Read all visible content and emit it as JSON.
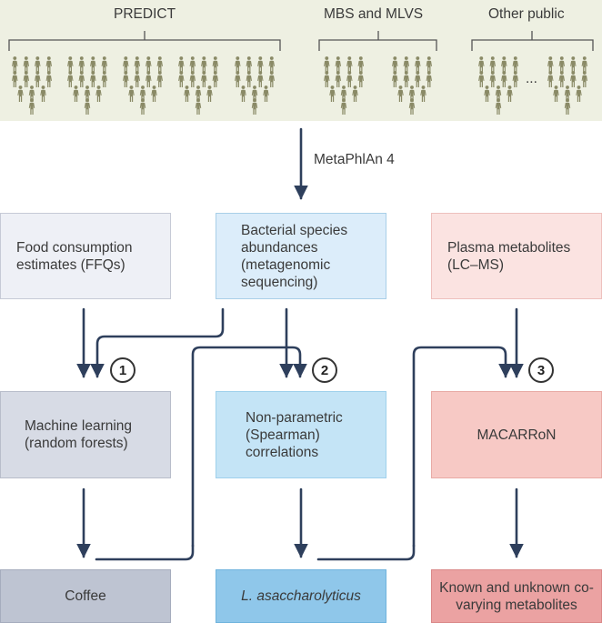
{
  "cohorts": {
    "predict": "PREDICT",
    "mbs_mlvs": "MBS and MLVS",
    "other_public": "Other public",
    "ellipsis": "..."
  },
  "profiler_label": "MetaPhlAn 4",
  "inputs": {
    "food": "Food consumption estimates (FFQs)",
    "bacterial": "Bacterial species abundances (metagenomic sequencing)",
    "plasma": "Plasma metabolites (LC–MS)"
  },
  "steps": [
    "1",
    "2",
    "3"
  ],
  "methods": {
    "ml": "Machine learning (random forests)",
    "spearman": "Non-parametric (Spearman) correlations",
    "macarron": "MACARRoN"
  },
  "outputs": {
    "coffee": "Coffee",
    "species": "L. asaccharolyticus",
    "metabolites": "Known and unknown co-varying metabolites"
  },
  "colors": {
    "cohort_panel": "#eef0e2",
    "person_icon": "#8a8a66",
    "arrow": "#2e3f5c",
    "food_box": "#eef0f6",
    "bacterial_box": "#dcedfa",
    "plasma_box": "#fbe3e1",
    "ml_box": "#d7dbe5",
    "spearman_box": "#c4e4f6",
    "macarron_box": "#f7c9c5",
    "coffee_box": "#bec4d2",
    "species_box": "#8fc7ea",
    "metabolites_box": "#eba2a2"
  },
  "icons": [
    "person-icon",
    "arrow-down-icon"
  ]
}
